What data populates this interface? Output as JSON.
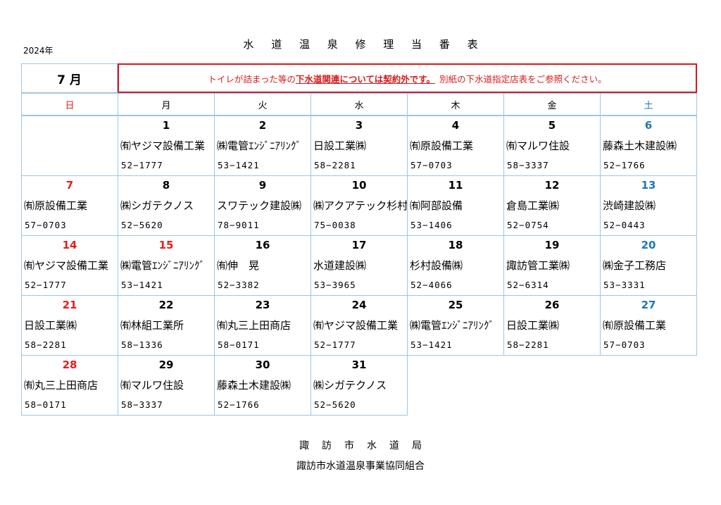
{
  "year": "2024年",
  "title": "水 道 温 泉 修 理 当 番 表",
  "month": "7 月",
  "notice": {
    "prefix": "トイレが詰まった等の",
    "emphasis": "下水道関連については契約外です。",
    "suffix": "別紙の下水道指定店表をご参照ください。"
  },
  "weekdays": [
    {
      "label": "日",
      "color": "#e02020"
    },
    {
      "label": "月",
      "color": "#000000"
    },
    {
      "label": "火",
      "color": "#000000"
    },
    {
      "label": "水",
      "color": "#000000"
    },
    {
      "label": "木",
      "color": "#000000"
    },
    {
      "label": "金",
      "color": "#000000"
    },
    {
      "label": "土",
      "color": "#1f77b4"
    }
  ],
  "colors": {
    "sunday": "#e02020",
    "saturday": "#1f77b4",
    "weekday": "#000000",
    "grid_border": "#9cc6e6",
    "notice_border": "#d81a1a"
  },
  "weeks": [
    [
      null,
      {
        "day": "1",
        "company": "㈲ヤジマ設備工業",
        "phone": "52−1777",
        "type": "weekday"
      },
      {
        "day": "2",
        "company": "㈱電管ｴﾝｼﾞﾆｱﾘﾝｸﾞ",
        "phone": "53−1421",
        "type": "weekday"
      },
      {
        "day": "3",
        "company": "日設工業㈱",
        "phone": "58−2281",
        "type": "weekday"
      },
      {
        "day": "4",
        "company": "㈲原設備工業",
        "phone": "57−0703",
        "type": "weekday"
      },
      {
        "day": "5",
        "company": "㈲マルワ住設",
        "phone": "58−3337",
        "type": "weekday"
      },
      {
        "day": "6",
        "company": "藤森土木建設㈱",
        "phone": "52−1766",
        "type": "saturday"
      }
    ],
    [
      {
        "day": "7",
        "company": "㈲原設備工業",
        "phone": "57−0703",
        "type": "sunday"
      },
      {
        "day": "8",
        "company": "㈱シガテクノス",
        "phone": "52−5620",
        "type": "weekday"
      },
      {
        "day": "9",
        "company": "スワテック建設㈱",
        "phone": "78−9011",
        "type": "weekday"
      },
      {
        "day": "10",
        "company": "㈱アクアテック杉村",
        "phone": "75−0038",
        "type": "weekday"
      },
      {
        "day": "11",
        "company": "㈲阿部設備",
        "phone": "53−1406",
        "type": "weekday"
      },
      {
        "day": "12",
        "company": "倉島工業㈱",
        "phone": "52−0754",
        "type": "weekday"
      },
      {
        "day": "13",
        "company": "渋崎建設㈱",
        "phone": "52−0443",
        "type": "saturday"
      }
    ],
    [
      {
        "day": "14",
        "company": "㈲ヤジマ設備工業",
        "phone": "52−1777",
        "type": "sunday"
      },
      {
        "day": "15",
        "company": "㈱電管ｴﾝｼﾞﾆｱﾘﾝｸﾞ",
        "phone": "53−1421",
        "type": "sunday"
      },
      {
        "day": "16",
        "company": "㈲伸　晃",
        "phone": "52−3382",
        "type": "weekday"
      },
      {
        "day": "17",
        "company": "水道建設㈱",
        "phone": "53−3965",
        "type": "weekday"
      },
      {
        "day": "18",
        "company": "杉村設備㈱",
        "phone": "52−4066",
        "type": "weekday"
      },
      {
        "day": "19",
        "company": "諏訪管工業㈱",
        "phone": "52−6314",
        "type": "weekday"
      },
      {
        "day": "20",
        "company": "㈱金子工務店",
        "phone": "53−3331",
        "type": "saturday"
      }
    ],
    [
      {
        "day": "21",
        "company": "日設工業㈱",
        "phone": "58−2281",
        "type": "sunday"
      },
      {
        "day": "22",
        "company": "㈲林組工業所",
        "phone": "58−1336",
        "type": "weekday"
      },
      {
        "day": "23",
        "company": "㈲丸三上田商店",
        "phone": "58−0171",
        "type": "weekday"
      },
      {
        "day": "24",
        "company": "㈲ヤジマ設備工業",
        "phone": "52−1777",
        "type": "weekday"
      },
      {
        "day": "25",
        "company": "㈱電管ｴﾝｼﾞﾆｱﾘﾝｸﾞ",
        "phone": "53−1421",
        "type": "weekday"
      },
      {
        "day": "26",
        "company": "日設工業㈱",
        "phone": "58−2281",
        "type": "weekday"
      },
      {
        "day": "27",
        "company": "㈲原設備工業",
        "phone": "57−0703",
        "type": "saturday"
      }
    ],
    [
      {
        "day": "28",
        "company": "㈲丸三上田商店",
        "phone": "58−0171",
        "type": "sunday"
      },
      {
        "day": "29",
        "company": "㈲マルワ住設",
        "phone": "58−3337",
        "type": "weekday"
      },
      {
        "day": "30",
        "company": "藤森土木建設㈱",
        "phone": "52−1766",
        "type": "weekday"
      },
      {
        "day": "31",
        "company": "㈱シガテクノス",
        "phone": "52−5620",
        "type": "weekday"
      }
    ]
  ],
  "footer": {
    "line1": "諏訪市水道局",
    "line2": "諏訪市水道温泉事業協同組合"
  }
}
